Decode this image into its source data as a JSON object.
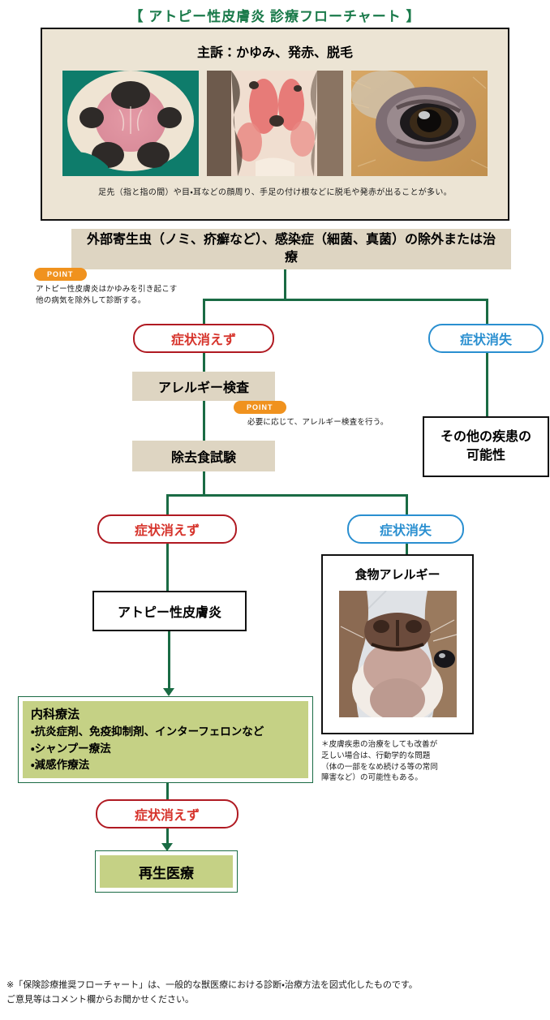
{
  "title": "【 アトピー性皮膚炎 診療フローチャート 】",
  "colors": {
    "title_green": "#1a7a4a",
    "line_green": "#1a6b44",
    "beige_panel": "#ece4d4",
    "beige_box": "#ded5c2",
    "green_fill": "#c5d185",
    "red": "#d6332b",
    "blue": "#2a8fd0",
    "point_orange": "#f0921e"
  },
  "symptom_panel": {
    "heading": "主訴：かゆみ、発赤、脱毛",
    "caption": "足先（指と指の間）や目・耳などの顔周り、手足の付け根などに脱毛や発赤が出ることが多い。",
    "photos": [
      {
        "name": "dog-paw-photo",
        "alt": "足先（指と指の間）の発赤した犬の肉球"
      },
      {
        "name": "dog-groin-photo",
        "alt": "手足の付け根の発赤・脱毛"
      },
      {
        "name": "dog-eye-photo",
        "alt": "目の周りの色素沈着と脱毛"
      }
    ]
  },
  "nodes": {
    "exclusion": "外部寄生虫（ノミ、疥癬など）、感染症（細菌、真菌）の除外または治療",
    "allergy_test": "アレルギー検査",
    "elimination_diet": "除去食試験",
    "other_disease": "その他の疾患の\n可能性",
    "atopic_dermatitis": "アトピー性皮膚炎",
    "food_allergy": "食物アレルギー",
    "regenerative": "再生医療"
  },
  "branches": {
    "persist": "症状消えず",
    "resolve": "症状消失"
  },
  "points": [
    {
      "badge": "POINT",
      "note": "アトピー性皮膚炎はかゆみを引き起こす\n他の病気を除外して診断する。"
    },
    {
      "badge": "POINT",
      "note": "必要に応じて、アレルギー検査を行う。"
    }
  ],
  "treatment": {
    "title": "内科療法",
    "items": [
      "・抗炎症剤、免疫抑制剤、インターフェロンなど",
      "・シャンプー療法",
      "・減感作療法"
    ]
  },
  "food_allergy_note": "＊皮膚疾患の治療をしても改善が\n乏しい場合は、行動学的な問題\n（体の一部をなめ続ける等の常同\n障害など）の可能性もある。",
  "footer": "※「保険診療推奨フローチャート」は、一般的な獣医療における診断・治療方法を図式化したものです。\nご意見等はコメント欄からお聞かせください。"
}
